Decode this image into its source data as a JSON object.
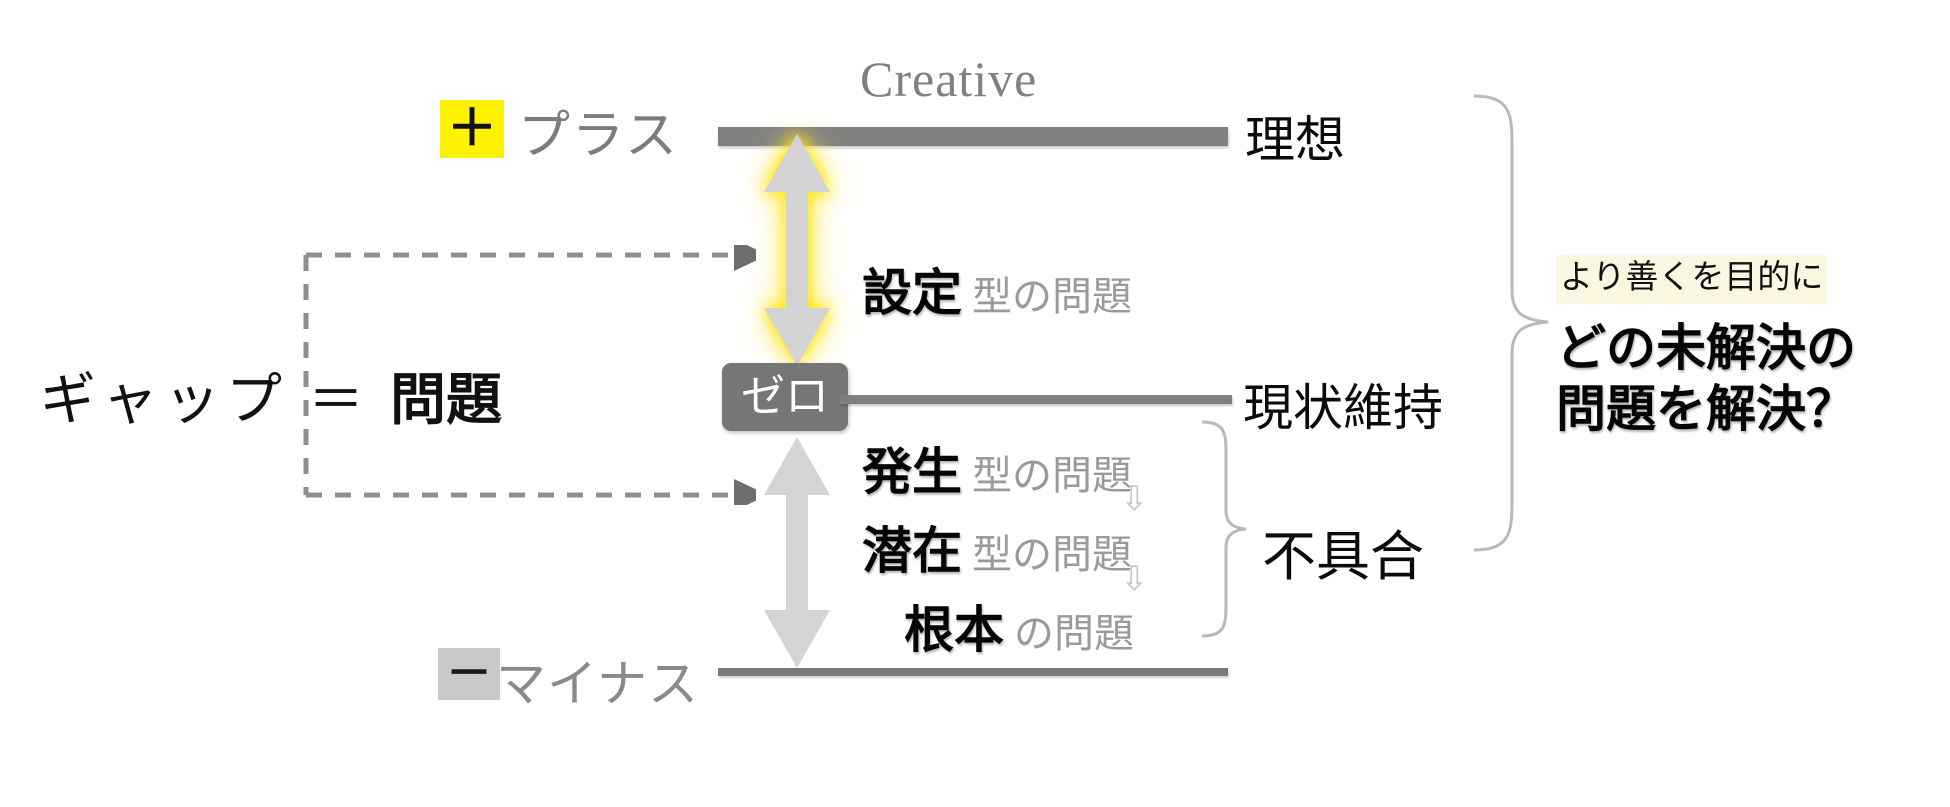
{
  "diagram": {
    "title_en": "Creative",
    "axis": {
      "plus": {
        "token": "＋",
        "label": "プラス",
        "right_label": "理想",
        "top_note": "Creative"
      },
      "zero": {
        "token": "ゼロ",
        "right_label": "現状維持"
      },
      "minus": {
        "token": "－",
        "label": "マイナス"
      }
    },
    "gap": {
      "label_kana": "ギャップ ＝ ",
      "label_bold": "問題"
    },
    "problems": {
      "upper": {
        "head": "設定",
        "tail": "型の問題"
      },
      "lower": [
        {
          "head": "発生",
          "tail": "型の問題"
        },
        {
          "head": "潜在",
          "tail": "型の問題"
        },
        {
          "head": "根本",
          "tail": "の問題"
        }
      ],
      "lower_group_label": "不具合",
      "chain_arrow": "⇩"
    },
    "callout": {
      "highlight": "より善くを目的に",
      "line1": "どの未解決の",
      "line2": "問題を解決？"
    },
    "colors": {
      "plus_token_bg": "#FFF200",
      "minus_token_bg": "#C9C9C9",
      "bar_gray": "#808080",
      "zero_pill_bg": "#767676",
      "arrow_gray": "#D0D0D0",
      "glow_yellow": "#FFE500",
      "muted_text": "#9A9A9A",
      "highlight_bg": "#FAF6E0"
    }
  }
}
